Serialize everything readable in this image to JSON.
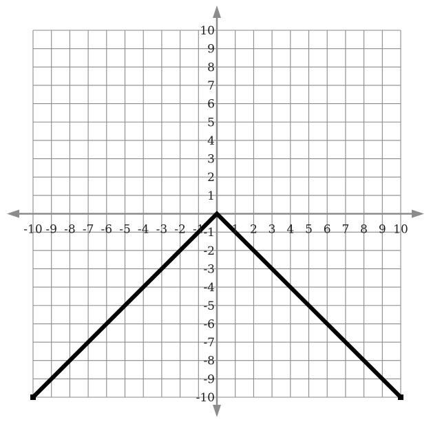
{
  "chart_data": {
    "type": "line",
    "xlim": [
      -10,
      10
    ],
    "ylim": [
      -10,
      10
    ],
    "grid": true,
    "x_ticks": [
      "-10",
      "-9",
      "-8",
      "-7",
      "-6",
      "-5",
      "-4",
      "-3",
      "-2",
      "-1",
      "1",
      "2",
      "3",
      "4",
      "5",
      "6",
      "7",
      "8",
      "9",
      "10"
    ],
    "y_ticks": [
      "10",
      "9",
      "8",
      "7",
      "6",
      "5",
      "4",
      "3",
      "2",
      "1",
      "-1",
      "-2",
      "-3",
      "-4",
      "-5",
      "-6",
      "-7",
      "-8",
      "-9",
      "-10"
    ],
    "series": [
      {
        "points": [
          {
            "x": -10,
            "y": -10
          },
          {
            "x": 0,
            "y": 0
          },
          {
            "x": 10,
            "y": -10
          }
        ]
      }
    ],
    "colors": {
      "grid": "#8a8a8a",
      "axis": "#8c8c8c",
      "line": "#000000"
    }
  }
}
